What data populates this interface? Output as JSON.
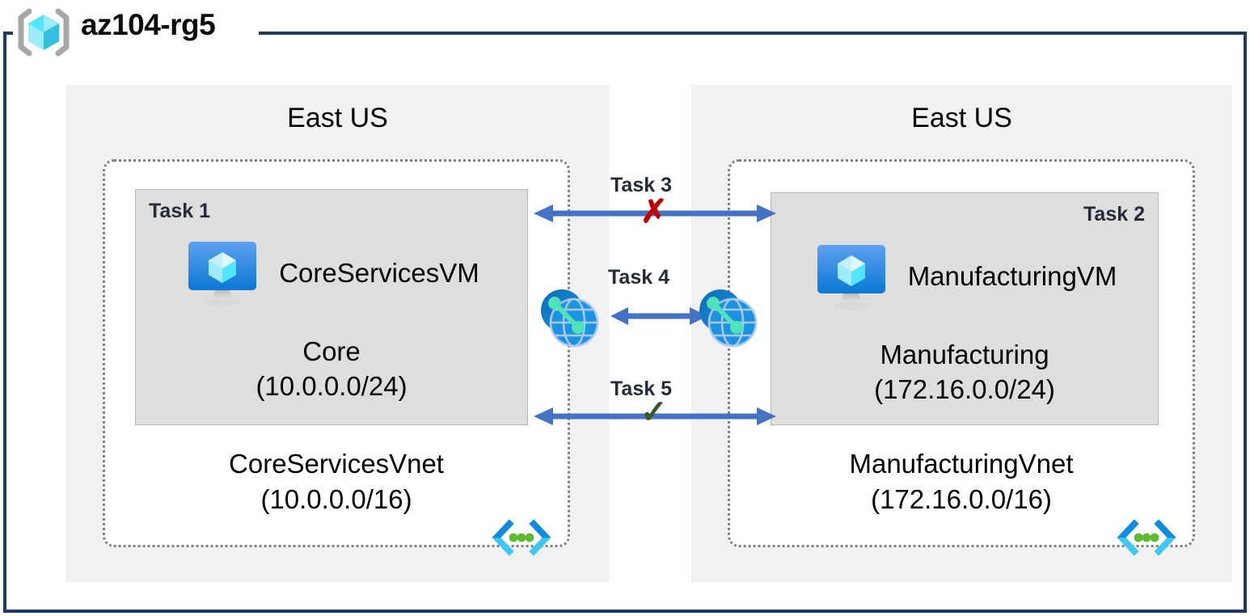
{
  "diagram": {
    "title": "az104-rg5",
    "title_icon": "resource-group-icon",
    "frame_color": "#1F3864",
    "arrow_color": "#4472C4",
    "region_bg": "#F1F1F1",
    "subnet_bg": "#DEDEDE",
    "x_mark_color": "#C00000",
    "check_mark_color": "#375623",
    "task_label_color": "#252B37"
  },
  "regions": [
    {
      "label": "East US",
      "vnet": {
        "name": "CoreServicesVnet",
        "cidr": "(10.0.0.0/16)",
        "glyph": "vnet-icon"
      },
      "subnet": {
        "task": "Task 1",
        "task_align": "left",
        "vm_name": "CoreServicesVM",
        "vm_icon": "virtual-machine-icon",
        "name": "Core",
        "cidr": "(10.0.0.0/24)"
      }
    },
    {
      "label": "East US",
      "vnet": {
        "name": "ManufacturingVnet",
        "cidr": "(172.16.0.0/16)",
        "glyph": "vnet-icon"
      },
      "subnet": {
        "task": "Task 2",
        "task_align": "right",
        "vm_name": "ManufacturingVM",
        "vm_icon": "virtual-machine-icon",
        "name": "Manufacturing",
        "cidr": "(172.16.0.0/24)"
      }
    }
  ],
  "connectors": [
    {
      "label": "Task 3",
      "mark": "✗",
      "mark_type": "x-mark",
      "mark_color": "#C00000",
      "style": "double-arrow-blocked"
    },
    {
      "label": "Task 4",
      "mark": "",
      "mark_type": "none",
      "style": "peering-double-arrow",
      "left_icon": "vnet-peering-icon",
      "right_icon": "vnet-peering-icon"
    },
    {
      "label": "Task 5",
      "mark": "✓",
      "mark_type": "check-mark",
      "mark_color": "#375623",
      "style": "double-arrow-allowed"
    }
  ]
}
